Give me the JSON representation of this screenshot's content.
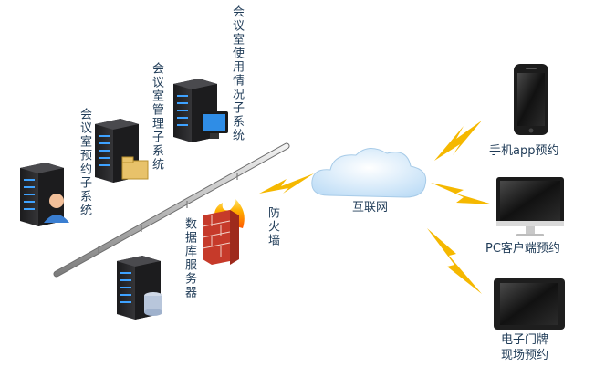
{
  "labels": {
    "booking_subsystem": "会议室预约子系统",
    "management_subsystem": "会议室管理子系统",
    "usage_subsystem": "会议室使用情况子系统",
    "database_server": "数据库服务器",
    "firewall": "防火墙",
    "internet": "互联网",
    "mobile_app": "手机app预约",
    "pc_client": "PC客户端预约",
    "doorplate_line1": "电子门牌",
    "doorplate_line2": "现场预约"
  },
  "icons": {
    "booking_server": "server-with-user-icon",
    "management_server": "server-with-folder-icon",
    "usage_server": "server-with-monitor-icon",
    "database_server": "server-with-database-icon",
    "firewall": "firewall-icon",
    "internet": "cloud-icon",
    "mobile": "smartphone-icon",
    "pc": "desktop-monitor-icon",
    "doorplate": "tablet-icon",
    "links": "lightning-bolt-icon"
  },
  "colors": {
    "server_body": "#2e2e30",
    "server_led": "#3ea2ff",
    "lightning": "#f5b800",
    "cloud": "#d8ecfb",
    "firewall_brick": "#c63a2a",
    "label_text": "#1f3b57"
  }
}
